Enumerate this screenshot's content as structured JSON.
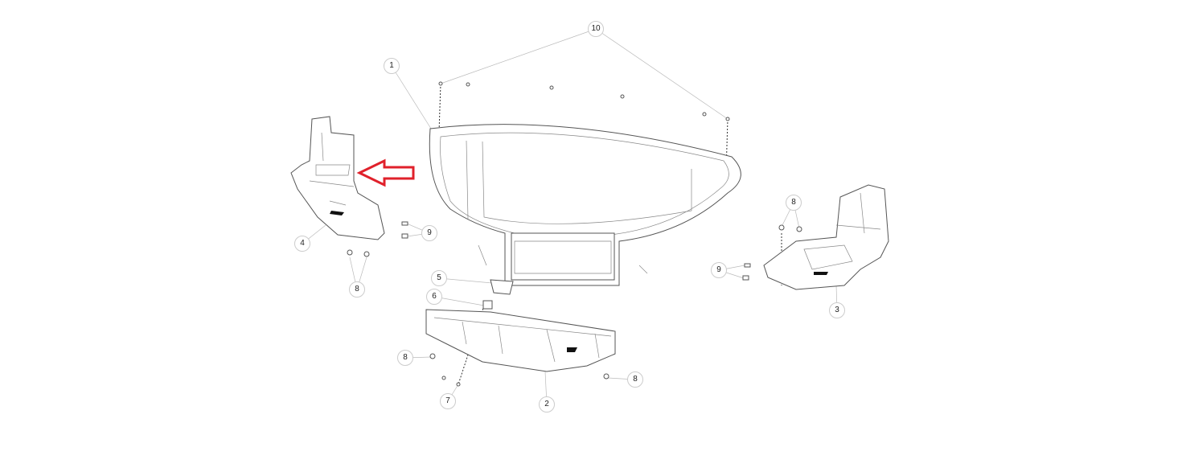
{
  "diagram": {
    "type": "exploded parts view",
    "callouts": [
      "10",
      "1",
      "8",
      "9",
      "4",
      "8",
      "5",
      "9",
      "6",
      "3",
      "8",
      "8",
      "7",
      "2"
    ],
    "highlight_color": "#e0212b",
    "highlight_icon": "arrow-left-icon"
  }
}
